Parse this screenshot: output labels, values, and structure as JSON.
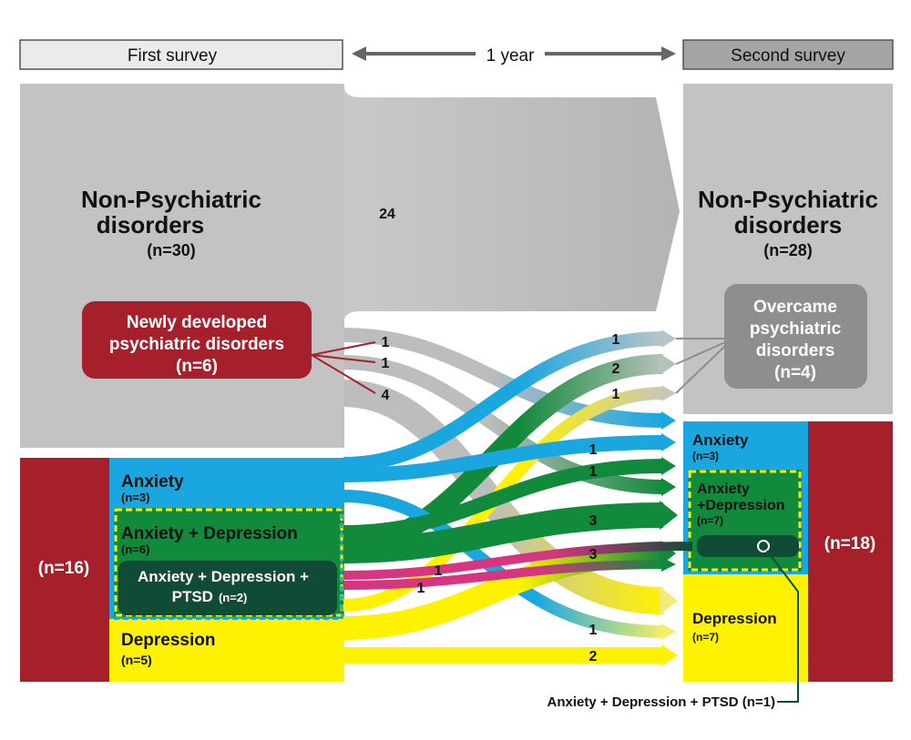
{
  "header": {
    "first_survey": "First survey",
    "interval": "1 year",
    "second_survey": "Second survey"
  },
  "first_survey": {
    "non_psychiatric_title_1": "Non-Psychiatric",
    "non_psychiatric_title_2": "disorders",
    "non_psychiatric_n": "(n=30)",
    "newly_developed_1": "Newly developed",
    "newly_developed_2": "psychiatric disorders",
    "newly_developed_n": "(n=6)",
    "psychiatric_total_n": "(n=16)",
    "anxiety": "Anxiety",
    "anxiety_n": "(n=3)",
    "anx_dep": "Anxiety + Depression",
    "anx_dep_n": "(n=6)",
    "anx_dep_ptsd": "Anxiety + Depression +",
    "anx_dep_ptsd_2": "PTSD",
    "anx_dep_ptsd_n": "(n=2)",
    "depression": "Depression",
    "depression_n": "(n=5)"
  },
  "second_survey": {
    "non_psychiatric_title_1": "Non-Psychiatric",
    "non_psychiatric_title_2": "disorders",
    "non_psychiatric_n": "(n=28)",
    "overcame_1": "Overcame",
    "overcame_2": "psychiatric",
    "overcame_3": "disorders",
    "overcame_n": "(n=4)",
    "psychiatric_total_n": "(n=18)",
    "anxiety": "Anxiety",
    "anxiety_n": "(n=3)",
    "anx_dep_1": "Anxiety",
    "anx_dep_2": "+Depression",
    "anx_dep_n": "(n=7)",
    "depression": "Depression",
    "depression_n": "(n=7)",
    "ptsd_callout": "Anxiety + Depression + PTSD (n=1)"
  },
  "flow_labels": {
    "stay_non_psych": "24",
    "new_1a": "1",
    "new_1b": "1",
    "new_4": "4",
    "overcame_anx": "1",
    "overcame_anxdep": "2",
    "overcame_dep": "1",
    "to_anx_from_anx": "1",
    "to_anxdep_from_anxdep_1": "1",
    "to_anxdep_from_anxdep_3": "3",
    "to_anxdep_from_dep": "3",
    "ptsd_to_anxdep": "1",
    "ptsd_to_ptsd": "1",
    "to_dep_from_anx": "1",
    "to_dep_from_dep": "2"
  },
  "colors": {
    "gray_dark": "#bdbdbd",
    "gray_light": "#d3d3d3",
    "crimson": "#a5202a",
    "blue": "#1aa7e0",
    "green": "#128a3c",
    "dark_green": "#0f4b35",
    "yellow": "#fff200",
    "pink": "#d6357f",
    "overcame_box": "#8e8e8e"
  }
}
